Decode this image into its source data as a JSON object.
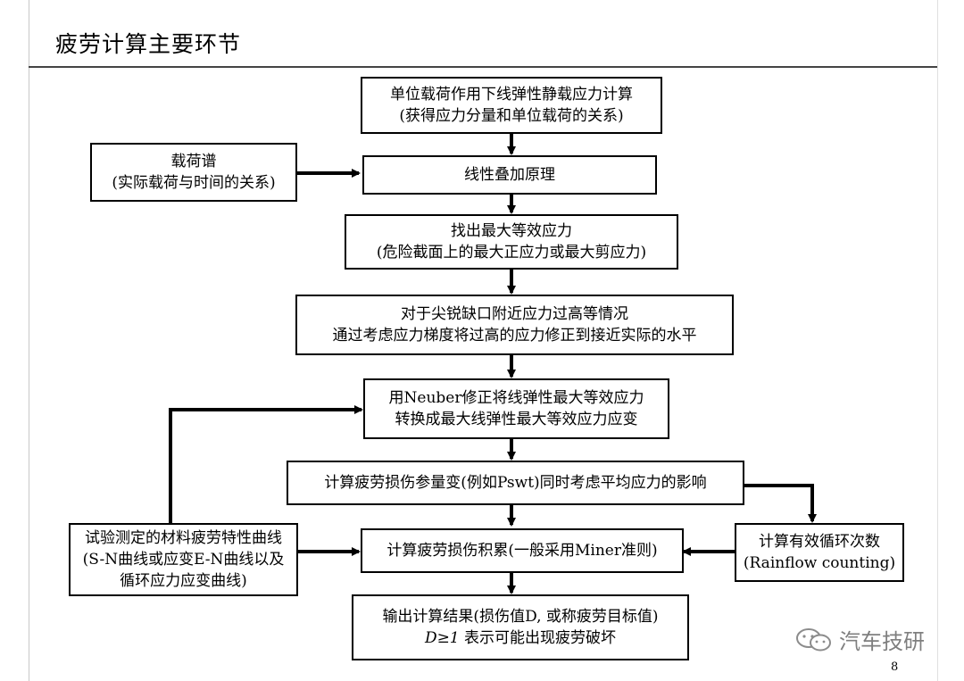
{
  "slide": {
    "title": "疲劳计算主要环节",
    "page_number": "8"
  },
  "watermark": {
    "icon": "wechat-logo-icon",
    "text": "汽车技研"
  },
  "boxes": {
    "unit_load": {
      "line1": "单位载荷作用下线弹性静载应力计算",
      "line2": "(获得应力分量和单位载荷的关系)"
    },
    "load_spectrum": {
      "line1": "载荷谱",
      "line2": "(实际载荷与时间的关系)"
    },
    "superposition": {
      "line1": "线性叠加原理"
    },
    "max_stress": {
      "line1": "找出最大等效应力",
      "line2": "(危险截面上的最大正应力或最大剪应力)"
    },
    "notch": {
      "line1": "对于尖锐缺口附近应力过高等情况",
      "line2": "通过考虑应力梯度将过高的应力修正到接近实际的水平"
    },
    "neuber": {
      "line1": "用Neuber修正将线弹性最大等效应力",
      "line2": "转换成最大线弹性最大等效应力应变"
    },
    "damage_param": {
      "line1": "计算疲劳损伤参量变(例如Pswt)同时考虑平均应力的影响"
    },
    "material_curve": {
      "line1": "试验测定的材料疲劳特性曲线",
      "line2": "(S-N曲线或应变E-N曲线以及",
      "line3": "循环应力应变曲线)"
    },
    "accumulation": {
      "line1": "计算疲劳损伤积累(一般采用Miner准则)"
    },
    "cycle_count": {
      "line1": "计算有效循环次数",
      "line2": "(Rainflow counting)"
    },
    "output": {
      "line1": "输出计算结果(损伤值D, 或称疲劳目标值)",
      "line2_italic": "D≥1",
      "line2_rest": " 表示可能出现疲劳破坏"
    }
  }
}
